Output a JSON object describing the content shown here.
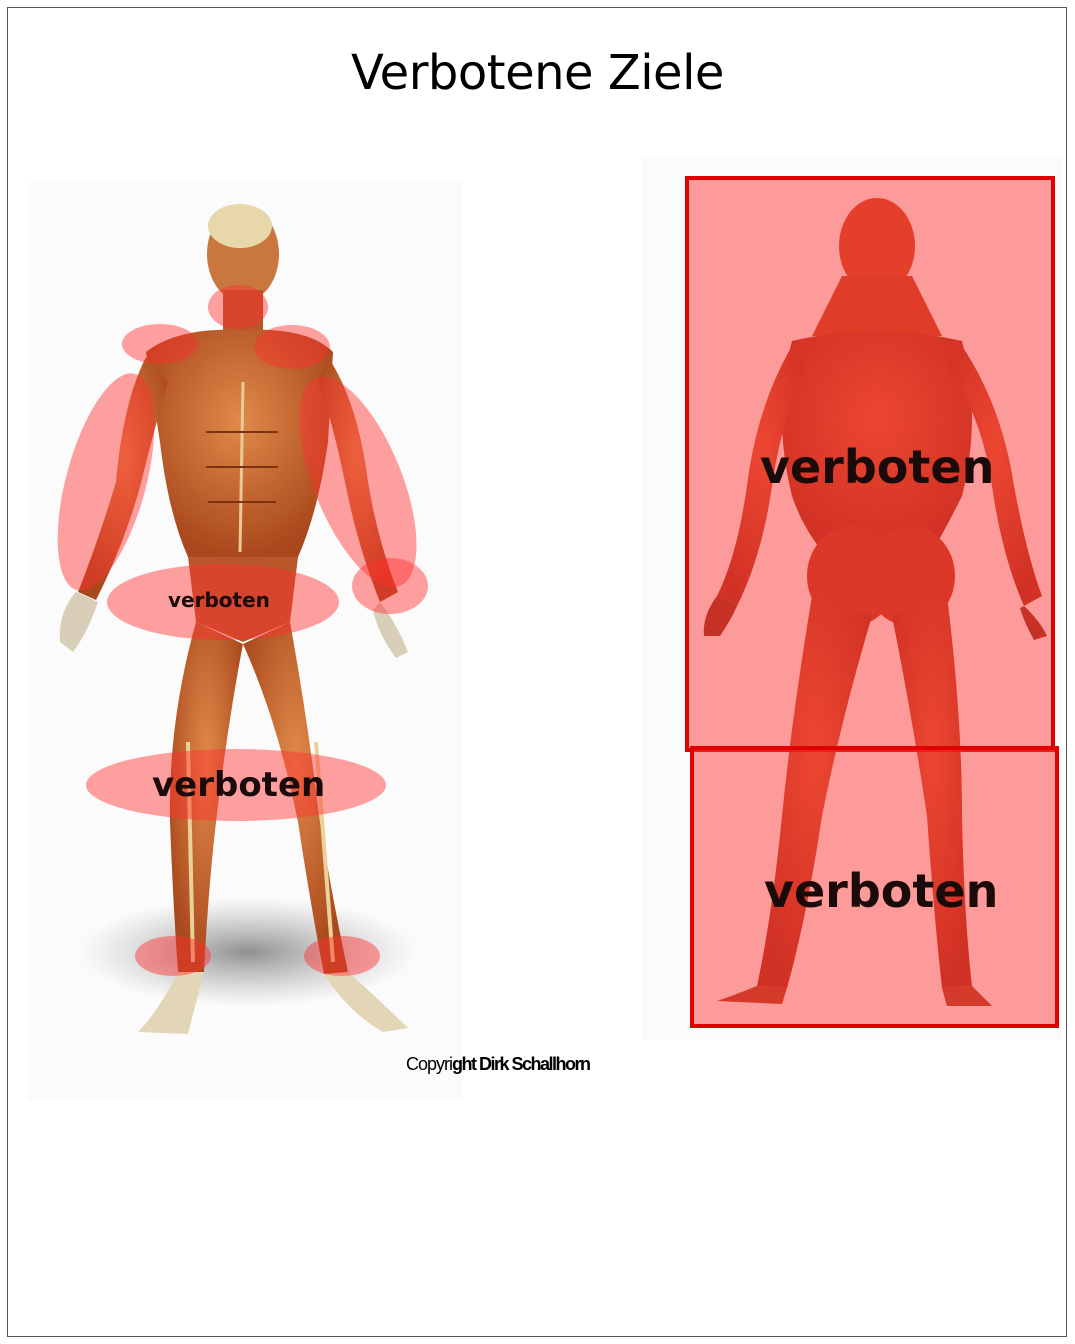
{
  "page": {
    "title": "Verbotene Ziele"
  },
  "front_figure": {
    "zones": [
      {
        "name": "neck",
        "label": ""
      },
      {
        "name": "left-shoulder",
        "label": ""
      },
      {
        "name": "right-shoulder",
        "label": ""
      },
      {
        "name": "left-arm",
        "label": ""
      },
      {
        "name": "right-arm",
        "label": ""
      },
      {
        "name": "right-wrist",
        "label": ""
      },
      {
        "name": "groin",
        "label": "verboten"
      },
      {
        "name": "knees",
        "label": "verboten"
      },
      {
        "name": "left-ankle",
        "label": ""
      },
      {
        "name": "right-ankle",
        "label": ""
      }
    ]
  },
  "back_figure": {
    "zones": [
      {
        "name": "back-upper",
        "label": "verboten"
      },
      {
        "name": "back-lower",
        "label": "verboten"
      }
    ]
  },
  "copyright": {
    "prefix": "Copyri",
    "bold": "ght Dirk Schallhorn"
  },
  "colors": {
    "zone_fill": "#ff3030",
    "zone_border": "#e00000",
    "skin": "#c8642e",
    "muscle_dark": "#8a3414"
  }
}
